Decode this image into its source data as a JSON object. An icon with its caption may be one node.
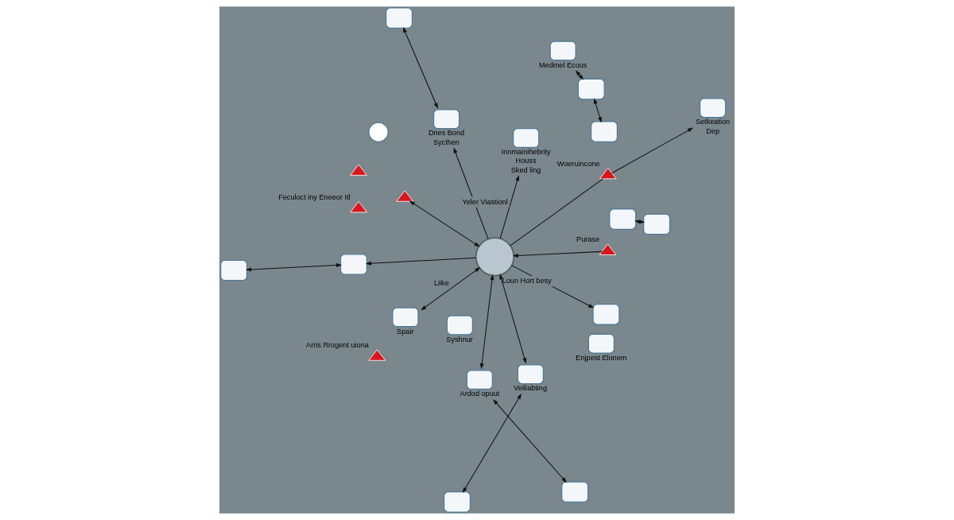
{
  "diagram": {
    "nodes": [
      {
        "text": [],
        "shape": "circle"
      },
      {
        "text": [],
        "shape": "person"
      },
      {
        "text": [],
        "shape": "box",
        "beside": [
          "Medmel Ecous"
        ]
      },
      {
        "text": [],
        "shape": "box"
      },
      {
        "text": [],
        "shape": "box"
      },
      {
        "text": [],
        "shape": "box",
        "beside": [
          "Enjpest Elonem"
        ]
      },
      {
        "text": [],
        "shape": "triangle",
        "beside": [
          "Purase"
        ]
      },
      {
        "text": [],
        "shape": "box",
        "beside": [
          "Spair"
        ]
      },
      {
        "text": [],
        "shape": "triangle",
        "beside": [
          "Arris Rrogent uiona"
        ]
      },
      {
        "text": [],
        "shape": "triangle"
      },
      {
        "text": [],
        "shape": "box",
        "beside": [
          "Dnes Bond",
          "Sycthen"
        ]
      },
      {
        "text": [],
        "shape": "box"
      },
      {
        "text": [],
        "shape": "box",
        "beside": [
          "Ardod opuut"
        ]
      },
      {
        "text": [],
        "shape": "box"
      },
      {
        "text": [],
        "shape": "triangle"
      },
      {
        "text": [],
        "shape": "box"
      },
      {
        "text": [],
        "shape": "box",
        "beside": [
          "Veiliabting"
        ]
      },
      {
        "text": [],
        "shape": "box"
      },
      {
        "text": [],
        "shape": "box"
      },
      {
        "text": [],
        "shape": "triangle",
        "beside": [
          "Feculoct iny Eneeor Itl"
        ]
      },
      {
        "text": [],
        "shape": "triangle",
        "beside": [
          "Woeruincone"
        ]
      },
      {
        "text": [],
        "shape": "box",
        "beside": [
          "Setkeation",
          "Dep"
        ]
      },
      {
        "text": [],
        "shape": "box",
        "beside": [
          "Innmainihebrity",
          "Houss",
          "Sked ling"
        ]
      },
      {
        "text": [],
        "shape": "box",
        "beside": [
          "Syshnur"
        ]
      },
      {
        "text": [],
        "shape": "box"
      },
      {
        "text": [],
        "shape": "box"
      },
      {
        "text": [],
        "shape": "box"
      }
    ],
    "edges": [
      {
        "from": 2,
        "to": 3,
        "arrow": "both"
      },
      {
        "from": 3,
        "to": 4,
        "arrow": "both"
      },
      {
        "from": 6,
        "to": 0,
        "arrow": "to"
      },
      {
        "from": 0,
        "to": 7,
        "arrow": "both",
        "label": "Liike"
      },
      {
        "from": 0,
        "to": 9,
        "arrow": "both"
      },
      {
        "from": 0,
        "to": 10,
        "arrow": "to"
      },
      {
        "from": 11,
        "to": 10,
        "arrow": "both"
      },
      {
        "from": 0,
        "to": 12,
        "arrow": "both"
      },
      {
        "from": 12,
        "to": 13,
        "arrow": "both"
      },
      {
        "from": 15,
        "to": 16,
        "arrow": "both"
      },
      {
        "from": 16,
        "to": 0,
        "arrow": "both"
      },
      {
        "from": 0,
        "to": 17,
        "arrow": "to"
      },
      {
        "from": 17,
        "to": 18,
        "arrow": "both"
      },
      {
        "from": 0,
        "to": 20,
        "arrow": "none"
      },
      {
        "from": 20,
        "to": 21,
        "arrow": "to"
      },
      {
        "from": 0,
        "to": 22,
        "arrow": "to",
        "label": "Yeler Viastionl"
      },
      {
        "from": 24,
        "to": 25,
        "arrow": "both"
      },
      {
        "from": 0,
        "to": 26,
        "arrow": "to",
        "label": "Loun Hort besy"
      }
    ]
  }
}
